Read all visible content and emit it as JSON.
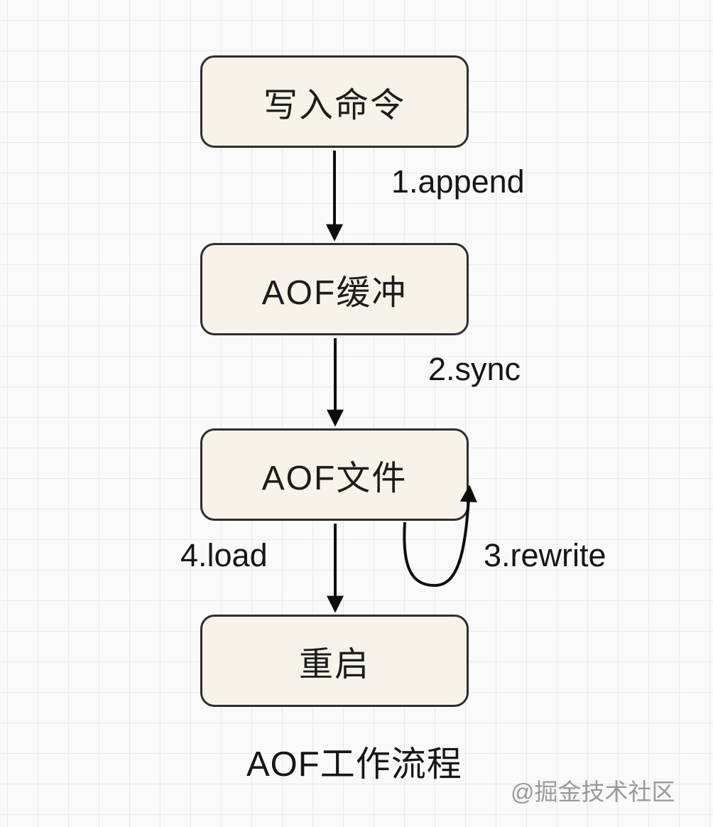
{
  "diagram": {
    "type": "flowchart",
    "title": "AOF工作流程",
    "watermark": "@掘金技术社区",
    "nodes": [
      {
        "id": "write-command",
        "label": "写入命令"
      },
      {
        "id": "aof-buffer",
        "label": "AOF缓冲"
      },
      {
        "id": "aof-file",
        "label": "AOF文件"
      },
      {
        "id": "restart",
        "label": "重启"
      }
    ],
    "edges": [
      {
        "from": "write-command",
        "to": "aof-buffer",
        "label": "1.append",
        "type": "straight-down"
      },
      {
        "from": "aof-buffer",
        "to": "aof-file",
        "label": "2.sync",
        "type": "straight-down"
      },
      {
        "from": "aof-file",
        "to": "aof-file",
        "label": "3.rewrite",
        "type": "self-loop"
      },
      {
        "from": "aof-file",
        "to": "restart",
        "label": "4.load",
        "type": "straight-down"
      }
    ],
    "colors": {
      "background": "#fafafb",
      "grid_line": "#e8e8ee",
      "node_fill": "#f8f3e8",
      "node_border": "#2e2e2e",
      "arrow": "#0d0d0d",
      "text": "#161616",
      "watermark": "#9a9a9a"
    }
  }
}
